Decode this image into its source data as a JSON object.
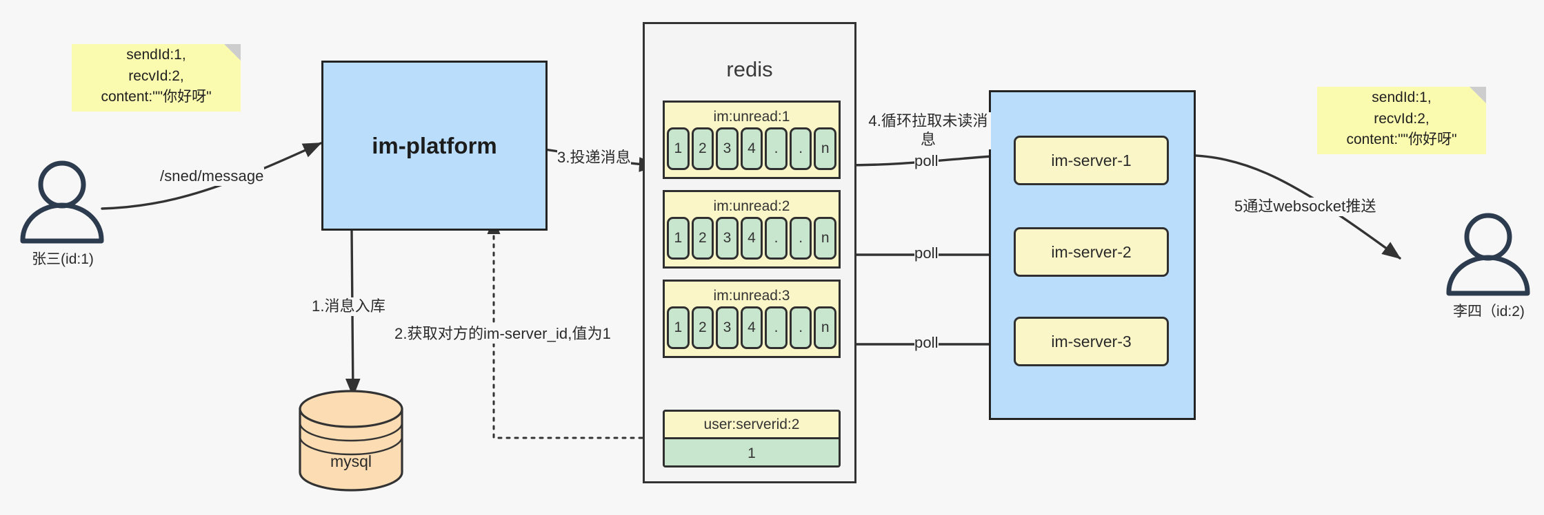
{
  "diagram": {
    "title": "IM message delivery architecture",
    "background": "#f7f7f7"
  },
  "notes": [
    {
      "id": "note-left",
      "lines": [
        "sendId:1,",
        "recvId:2,",
        "content:\"\"你好呀\""
      ],
      "color": "#fbfbaf"
    },
    {
      "id": "note-right",
      "lines": [
        "sendId:1,",
        "recvId:2,",
        "content:\"\"你好呀\""
      ],
      "color": "#fbfbaf"
    }
  ],
  "actors": [
    {
      "id": "sender",
      "label": "张三(id:1)"
    },
    {
      "id": "receiver",
      "label": "李四（id:2)"
    }
  ],
  "nodes": {
    "platform": {
      "label": "im-platform",
      "fill": "#b9ddfb"
    },
    "mysql": {
      "label": "mysql",
      "fill": "#fbdcb3"
    },
    "redis": {
      "label": "redis",
      "fill": "#f4f4f4"
    },
    "servers_container": {
      "fill": "#b9ddfb"
    }
  },
  "redis_lists": [
    {
      "key": "im:unread:1",
      "cells": [
        "1",
        "2",
        "3",
        "4",
        ".",
        ".",
        "n"
      ]
    },
    {
      "key": "im:unread:2",
      "cells": [
        "1",
        "2",
        "3",
        "4",
        ".",
        ".",
        "n"
      ]
    },
    {
      "key": "im:unread:3",
      "cells": [
        "1",
        "2",
        "3",
        "4",
        ".",
        ".",
        "n"
      ]
    }
  ],
  "redis_kv": {
    "key": "user:serverid:2",
    "value": "1"
  },
  "servers": [
    {
      "label": "im-server-1"
    },
    {
      "label": "im-server-2"
    },
    {
      "label": "im-server-3"
    }
  ],
  "edge_labels": {
    "send_message": "/sned/message",
    "step1": "1.消息入库",
    "step2": "2.获取对方的im-server_id,值为1",
    "step3": "3.投递消息",
    "step4": "4.循环拉取未读消息",
    "poll1": "poll",
    "poll2": "poll",
    "poll3": "poll",
    "step5": "5通过websocket推送"
  },
  "colors": {
    "note": "#fbfbaf",
    "blue_box": "#b9ddfb",
    "yellow_box": "#fbf6c8",
    "green_cell": "#c8e6ce",
    "db_orange": "#fbdcb3",
    "stroke": "#333333",
    "actor_stroke": "#2d3b4e"
  }
}
